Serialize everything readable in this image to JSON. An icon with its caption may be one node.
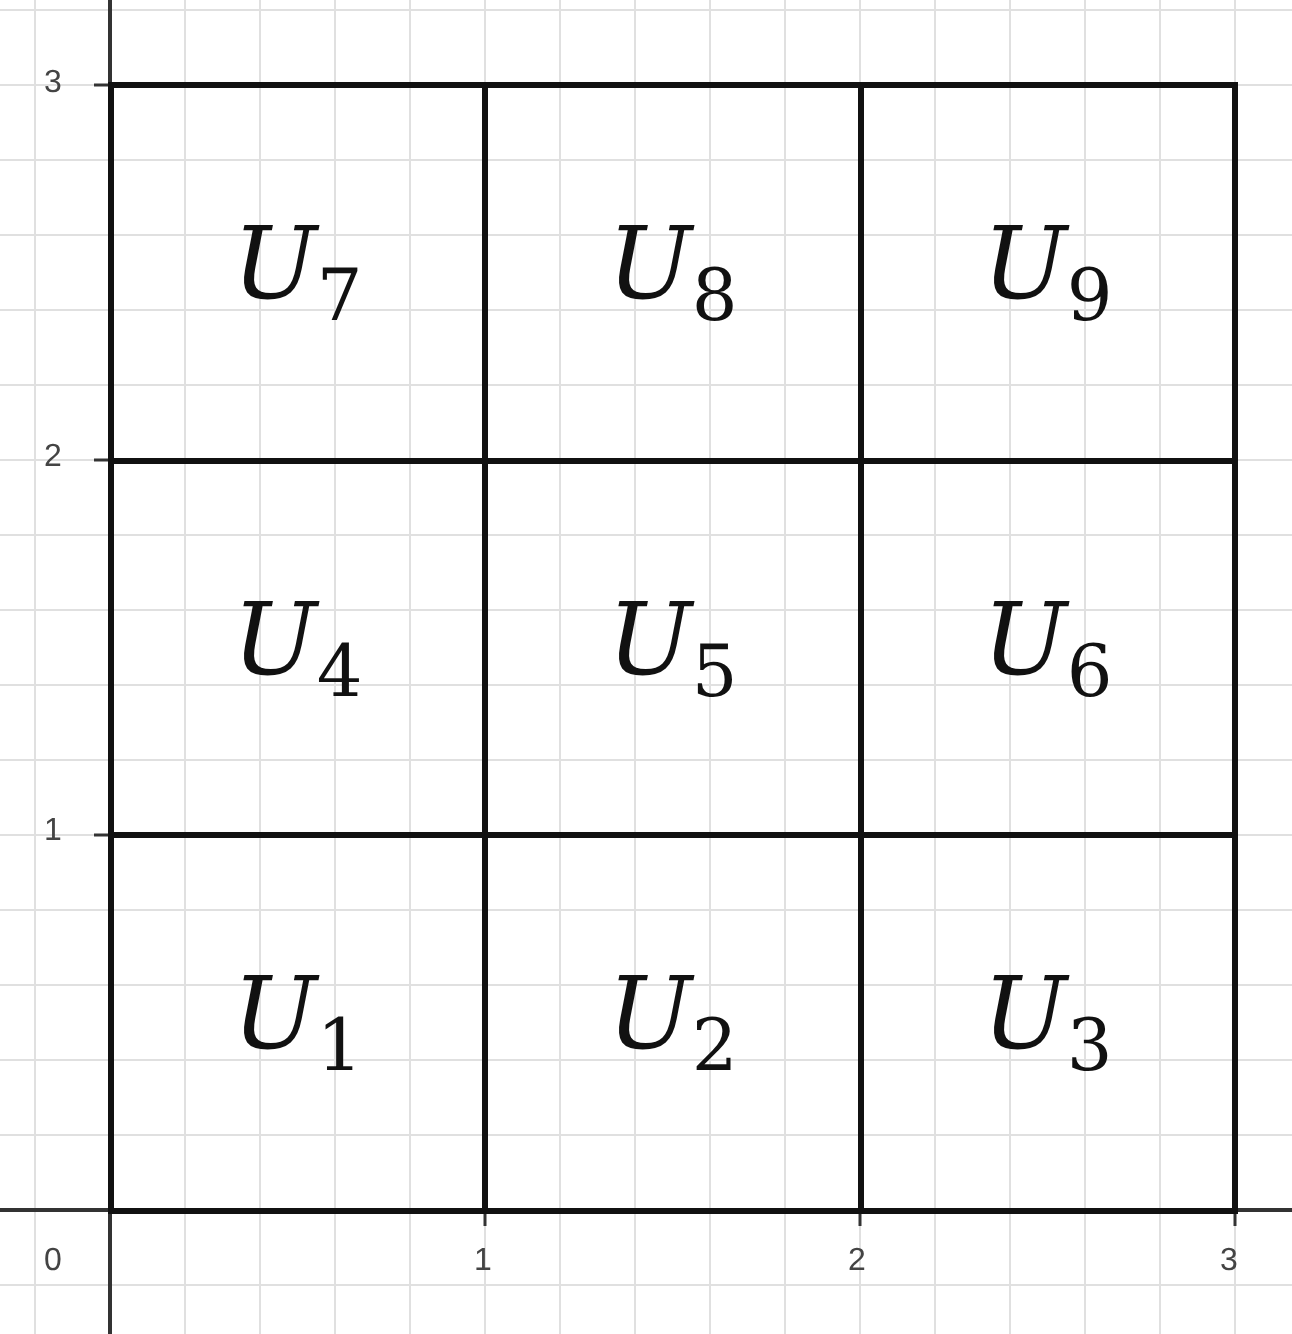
{
  "diagram": {
    "nodes": [
      {
        "text": [
          "*U*$_{7}$"
        ]
      },
      {
        "text": [
          "*U*$_{8}$"
        ]
      },
      {
        "text": [
          "*U*$_{9}$"
        ]
      },
      {
        "text": [
          "*U*$_{4}$"
        ]
      },
      {
        "text": [
          "*U*$_{5}$"
        ]
      },
      {
        "text": [
          "*U*$_{6}$"
        ]
      },
      {
        "text": [
          "*U*$_{1}$"
        ]
      },
      {
        "text": [
          "*U*$_{2}$"
        ]
      },
      {
        "text": [
          "*U*$_{3}$"
        ]
      }
    ],
    "edges": [],
    "labels": [
      "3",
      "2",
      "1",
      "0",
      "1",
      "2",
      "3"
    ]
  }
}
